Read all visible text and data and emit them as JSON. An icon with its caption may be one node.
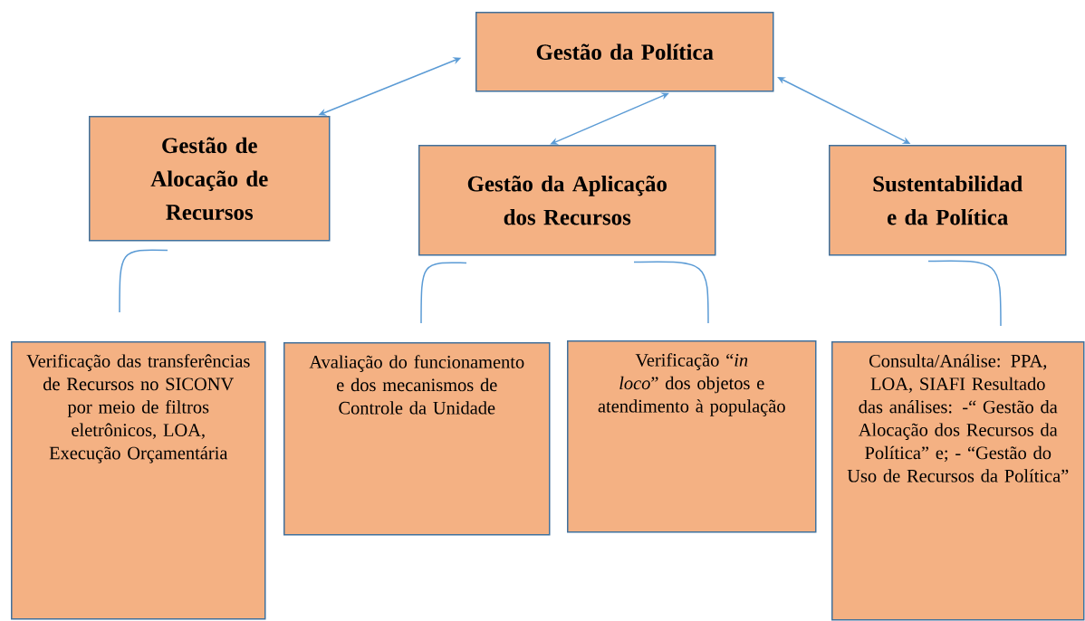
{
  "diagram": {
    "nodes": [
      {
        "text": [
          "Gestão da Política"
        ]
      },
      {
        "text": [
          "Gestão de Alocação de Recursos"
        ]
      },
      {
        "text": [
          "Gestão da Aplicação dos Recursos"
        ]
      },
      {
        "text": [
          "Sustentabilidad e da Política"
        ]
      },
      {
        "text": [
          "Verificação das transferências de Recursos no SICONV por meio de filtros eletrônicos, LOA, Execução Orçamentária"
        ]
      },
      {
        "text": [
          "Avaliação do funcionamento e dos mecanismos de Controle da Unidade"
        ]
      },
      {
        "text": [
          "Verificação “*in loco*” dos objetos e atendimento à população"
        ]
      },
      {
        "text": [
          "Consulta/Análise: PPA, LOA, SIAFI Resultado das análises: -“ Gestão da Alocação dos Recursos da Política” e; - “Gestão do Uso de Recursos da Política”"
        ]
      }
    ],
    "edges": [
      {
        "from": 0,
        "to": 1,
        "arrow": "both"
      },
      {
        "from": 0,
        "to": 2,
        "arrow": "both"
      },
      {
        "from": 0,
        "to": 3,
        "arrow": "both"
      },
      {
        "from": 1,
        "to": 4,
        "arrow": "none"
      },
      {
        "from": 2,
        "to": 5,
        "arrow": "none"
      },
      {
        "from": 2,
        "to": 6,
        "arrow": "none"
      },
      {
        "from": 3,
        "to": 7,
        "arrow": "none"
      }
    ]
  }
}
